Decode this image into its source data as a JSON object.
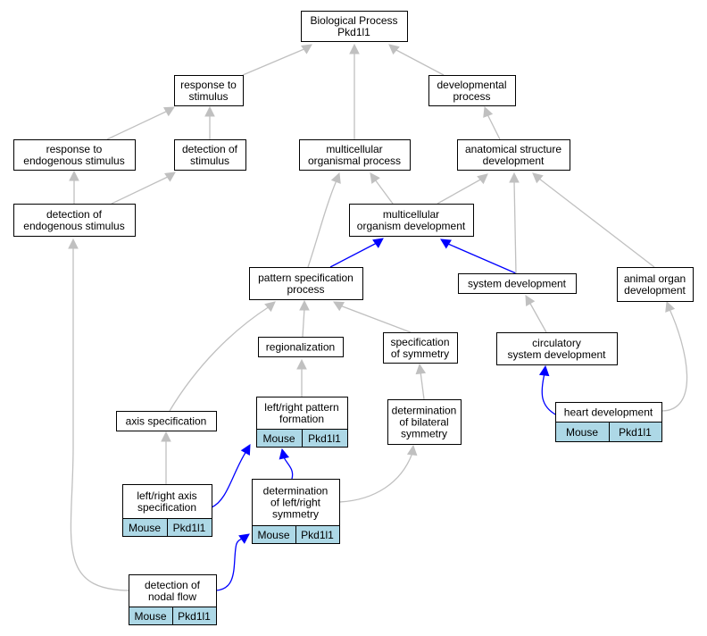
{
  "colors": {
    "is_a_edge": "#c0c0c0",
    "annotated_edge": "#0000ff",
    "annotation_fill": "#add8e6"
  },
  "nodes": [
    {
      "id": "bp",
      "lines": [
        "Biological Process",
        "Pkd1l1"
      ]
    },
    {
      "id": "rs",
      "lines": [
        "response to",
        "stimulus"
      ]
    },
    {
      "id": "dp",
      "lines": [
        "developmental",
        "process"
      ]
    },
    {
      "id": "res",
      "lines": [
        "response to",
        "endogenous stimulus"
      ]
    },
    {
      "id": "ds",
      "lines": [
        "detection of",
        "stimulus"
      ]
    },
    {
      "id": "mop",
      "lines": [
        "multicellular",
        "organismal process"
      ]
    },
    {
      "id": "asd",
      "lines": [
        "anatomical structure",
        "development"
      ]
    },
    {
      "id": "des",
      "lines": [
        "detection of",
        "endogenous stimulus"
      ]
    },
    {
      "id": "mod",
      "lines": [
        "multicellular",
        "organism development"
      ]
    },
    {
      "id": "psp",
      "lines": [
        "pattern specification",
        "process"
      ]
    },
    {
      "id": "sd",
      "lines": [
        "system development"
      ]
    },
    {
      "id": "aod",
      "lines": [
        "animal organ",
        "development"
      ]
    },
    {
      "id": "reg",
      "lines": [
        "regionalization"
      ]
    },
    {
      "id": "sos",
      "lines": [
        "specification",
        "of symmetry"
      ]
    },
    {
      "id": "csd",
      "lines": [
        "circulatory",
        "system development"
      ]
    },
    {
      "id": "as",
      "lines": [
        "axis specification"
      ]
    },
    {
      "id": "lrpf",
      "lines": [
        "left/right pattern",
        "formation"
      ],
      "annotation": [
        "Mouse",
        "Pkd1l1"
      ]
    },
    {
      "id": "dbs",
      "lines": [
        "determination",
        "of bilateral",
        "symmetry"
      ]
    },
    {
      "id": "hd",
      "lines": [
        "heart development"
      ],
      "annotation": [
        "Mouse",
        "Pkd1l1"
      ]
    },
    {
      "id": "lras",
      "lines": [
        "left/right axis",
        "specification"
      ],
      "annotation": [
        "Mouse",
        "Pkd1l1"
      ]
    },
    {
      "id": "dlrs",
      "lines": [
        "determination",
        "of left/right",
        "symmetry"
      ],
      "annotation": [
        "Mouse",
        "Pkd1l1"
      ]
    },
    {
      "id": "dnf",
      "lines": [
        "detection of",
        "nodal flow"
      ],
      "annotation": [
        "Mouse",
        "Pkd1l1"
      ]
    }
  ],
  "edges": [
    {
      "from": "rs",
      "to": "bp",
      "kind": "is_a"
    },
    {
      "from": "mop",
      "to": "bp",
      "kind": "is_a"
    },
    {
      "from": "dp",
      "to": "bp",
      "kind": "is_a"
    },
    {
      "from": "res",
      "to": "rs",
      "kind": "is_a"
    },
    {
      "from": "ds",
      "to": "rs",
      "kind": "is_a"
    },
    {
      "from": "asd",
      "to": "dp",
      "kind": "is_a"
    },
    {
      "from": "des",
      "to": "res",
      "kind": "is_a"
    },
    {
      "from": "des",
      "to": "ds",
      "kind": "is_a"
    },
    {
      "from": "mod",
      "to": "mop",
      "kind": "is_a"
    },
    {
      "from": "mod",
      "to": "asd",
      "kind": "is_a"
    },
    {
      "from": "psp",
      "to": "mop",
      "kind": "is_a"
    },
    {
      "from": "psp",
      "to": "mod",
      "kind": "annotated"
    },
    {
      "from": "sd",
      "to": "mod",
      "kind": "annotated"
    },
    {
      "from": "sd",
      "to": "asd",
      "kind": "is_a"
    },
    {
      "from": "aod",
      "to": "asd",
      "kind": "is_a"
    },
    {
      "from": "reg",
      "to": "psp",
      "kind": "is_a"
    },
    {
      "from": "sos",
      "to": "psp",
      "kind": "is_a"
    },
    {
      "from": "as",
      "to": "psp",
      "kind": "is_a"
    },
    {
      "from": "csd",
      "to": "sd",
      "kind": "is_a"
    },
    {
      "from": "lrpf",
      "to": "reg",
      "kind": "is_a"
    },
    {
      "from": "dbs",
      "to": "sos",
      "kind": "is_a"
    },
    {
      "from": "hd",
      "to": "csd",
      "kind": "annotated"
    },
    {
      "from": "hd",
      "to": "aod",
      "kind": "is_a"
    },
    {
      "from": "lras",
      "to": "as",
      "kind": "is_a"
    },
    {
      "from": "lras",
      "to": "lrpf",
      "kind": "annotated"
    },
    {
      "from": "dlrs",
      "to": "lrpf",
      "kind": "annotated"
    },
    {
      "from": "dlrs",
      "to": "dbs",
      "kind": "is_a"
    },
    {
      "from": "dnf",
      "to": "des",
      "kind": "is_a"
    },
    {
      "from": "dnf",
      "to": "dlrs",
      "kind": "annotated"
    }
  ]
}
